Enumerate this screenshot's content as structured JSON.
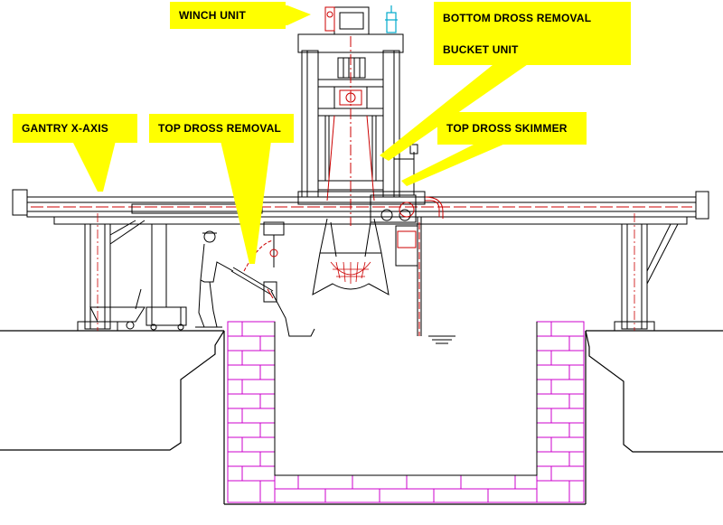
{
  "labels": {
    "winch_unit": "WINCH UNIT",
    "bottom_dross_line1": "BOTTOM DROSS REMOVAL",
    "bottom_dross_line2": "BUCKET UNIT",
    "gantry_x_axis": "GANTRY X-AXIS",
    "top_dross_removal": "TOP DROSS REMOVAL",
    "top_dross_skimmer": "TOP DROSS SKIMMER"
  },
  "colors": {
    "callout": "#ffff00",
    "line": "#000000",
    "centerline": "#cc0000",
    "brick": "#cc00cc",
    "valve_cyan": "#00aacc"
  }
}
